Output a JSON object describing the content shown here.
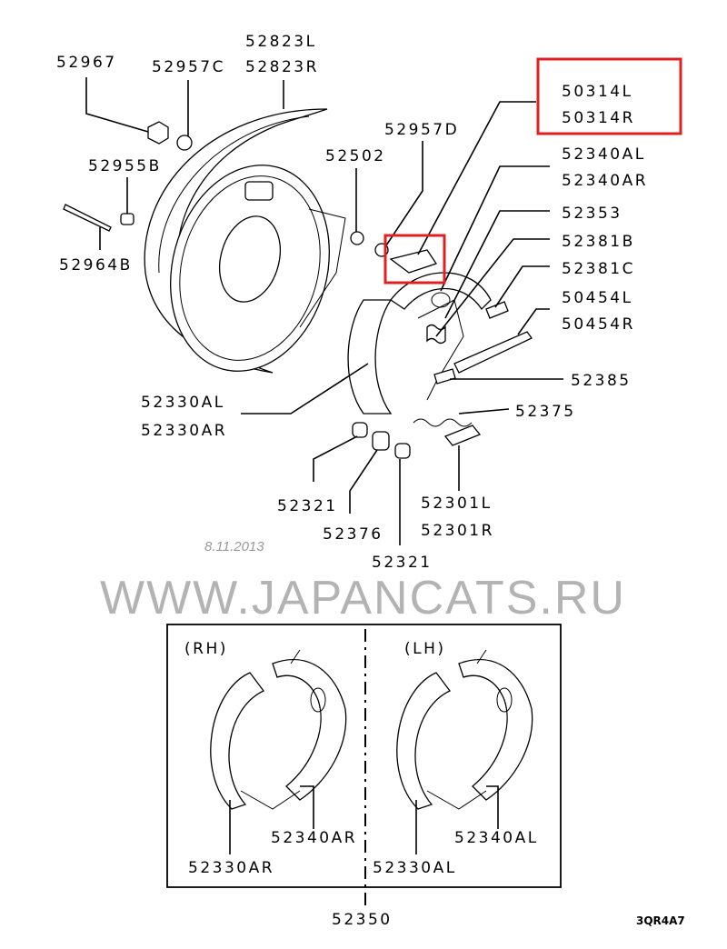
{
  "diagram": {
    "labels": {
      "p52967": "52967",
      "p52957C": "52957C",
      "p52823L": "52823L",
      "p52823R": "52823R",
      "p52955B": "52955B",
      "p52964B": "52964B",
      "p52502": "52502",
      "p52957D": "52957D",
      "p50314L": "50314L",
      "p50314R": "50314R",
      "p52340AL": "52340AL",
      "p52340AR": "52340AR",
      "p52353": "52353",
      "p52381B": "52381B",
      "p52381C": "52381C",
      "p50454L": "50454L",
      "p50454R": "50454R",
      "p52385": "52385",
      "p52330AL": "52330AL",
      "p52330AR": "52330AR",
      "p52375": "52375",
      "p52321a": "52321",
      "p52376": "52376",
      "p52321b": "52321",
      "p52301L": "52301L",
      "p52301R": "52301R"
    },
    "inset": {
      "rh_label": "(RH)",
      "lh_label": "(LH)",
      "rh_lining": "52330AR",
      "rh_shoe": "52340AR",
      "lh_lining": "52330AL",
      "lh_shoe": "52340AL",
      "assembly": "52350"
    },
    "code": "3QR4A7",
    "watermark": "WWW.JAPANCATS.RU",
    "date_stamp": "8.11.2013",
    "highlight_color": "#e02020"
  }
}
